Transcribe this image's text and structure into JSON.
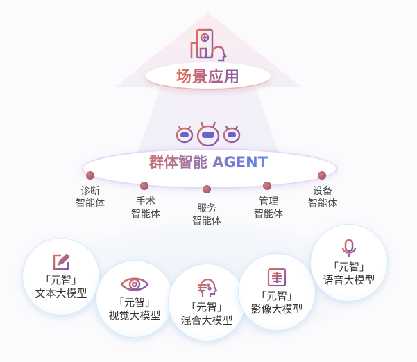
{
  "top": {
    "title": "场景应用",
    "icon": "hospital-person-icon"
  },
  "agent": {
    "title": "群体智能 AGENT",
    "icon": "robots-icon",
    "items": [
      {
        "line1": "诊断",
        "line2": "智能体"
      },
      {
        "line1": "手术",
        "line2": "智能体"
      },
      {
        "line1": "服务",
        "line2": "智能体"
      },
      {
        "line1": "管理",
        "line2": "智能体"
      },
      {
        "line1": "设备",
        "line2": "智能体"
      }
    ]
  },
  "models": [
    {
      "brand": "「元智」",
      "name": "文本大模型",
      "icon": "edit-icon"
    },
    {
      "brand": "「元智」",
      "name": "视觉大模型",
      "icon": "eye-icon"
    },
    {
      "brand": "「元智」",
      "name": "混合大模型",
      "icon": "ai-head-icon"
    },
    {
      "brand": "「元智」",
      "name": "影像大模型",
      "icon": "xray-icon"
    },
    {
      "brand": "「元智」",
      "name": "语音大模型",
      "icon": "microphone-icon"
    }
  ],
  "colors": {
    "warm": "#e0705a",
    "purple": "#8a5aa8",
    "blue": "#6a7be0",
    "cyan": "#5cc6e8"
  }
}
